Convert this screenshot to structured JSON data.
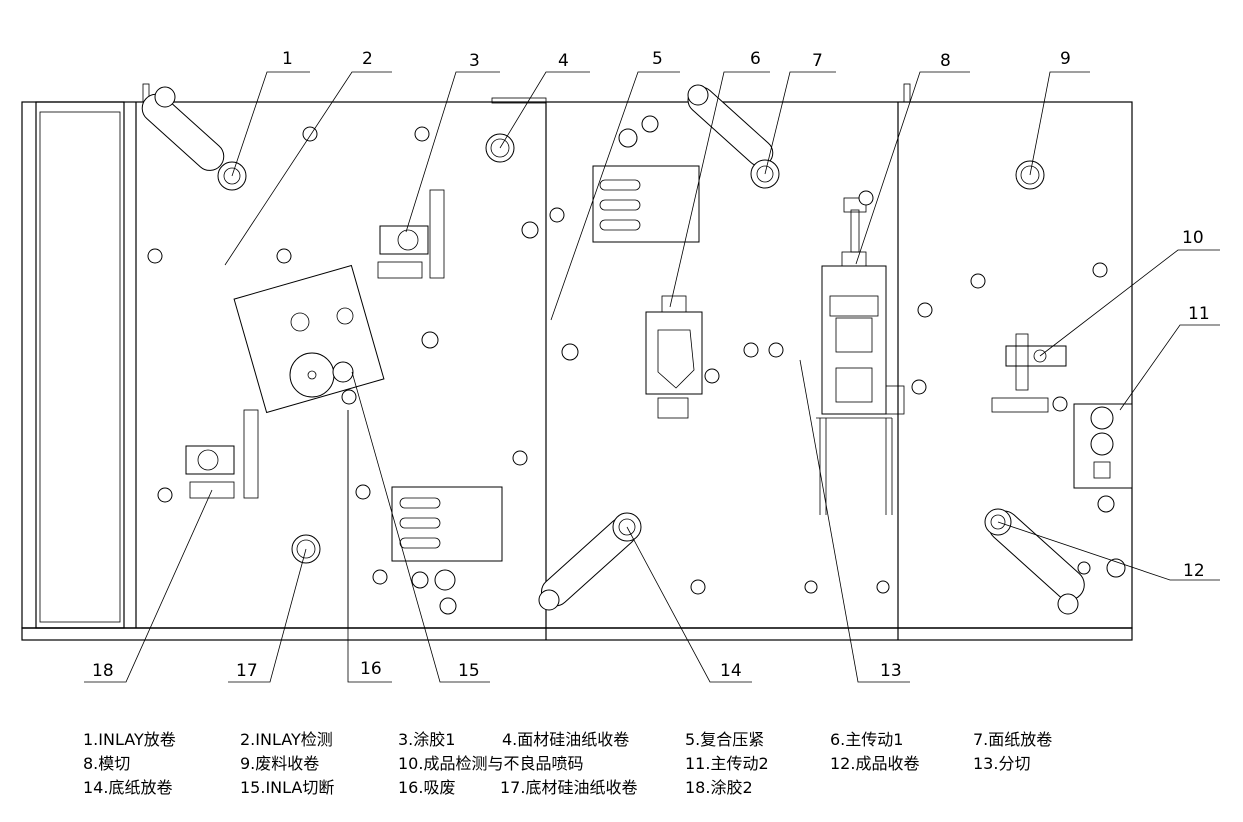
{
  "callouts": [
    {
      "id": "1",
      "label": "1"
    },
    {
      "id": "2",
      "label": "2"
    },
    {
      "id": "3",
      "label": "3"
    },
    {
      "id": "4",
      "label": "4"
    },
    {
      "id": "5",
      "label": "5"
    },
    {
      "id": "6",
      "label": "6"
    },
    {
      "id": "7",
      "label": "7"
    },
    {
      "id": "8",
      "label": "8"
    },
    {
      "id": "9",
      "label": "9"
    },
    {
      "id": "10",
      "label": "10"
    },
    {
      "id": "11",
      "label": "11"
    },
    {
      "id": "12",
      "label": "12"
    },
    {
      "id": "13",
      "label": "13"
    },
    {
      "id": "14",
      "label": "14"
    },
    {
      "id": "15",
      "label": "15"
    },
    {
      "id": "16",
      "label": "16"
    },
    {
      "id": "17",
      "label": "17"
    },
    {
      "id": "18",
      "label": "18"
    }
  ],
  "legend": [
    "1.INLAY放卷",
    "2.INLAY检测",
    "3.涂胶1",
    "4.面材硅油纸收卷",
    "5.复合压紧",
    "6.主传动1",
    "7.面纸放卷",
    "8.模切",
    "9.废料收卷",
    "10.成品检测与不良品喷码",
    "11.主传动2",
    "12.成品收卷",
    "13.分切",
    "14.底纸放卷",
    "15.INLA切断",
    "16.吸废",
    "17.底材硅油纸收卷",
    "18.涂胶2"
  ]
}
